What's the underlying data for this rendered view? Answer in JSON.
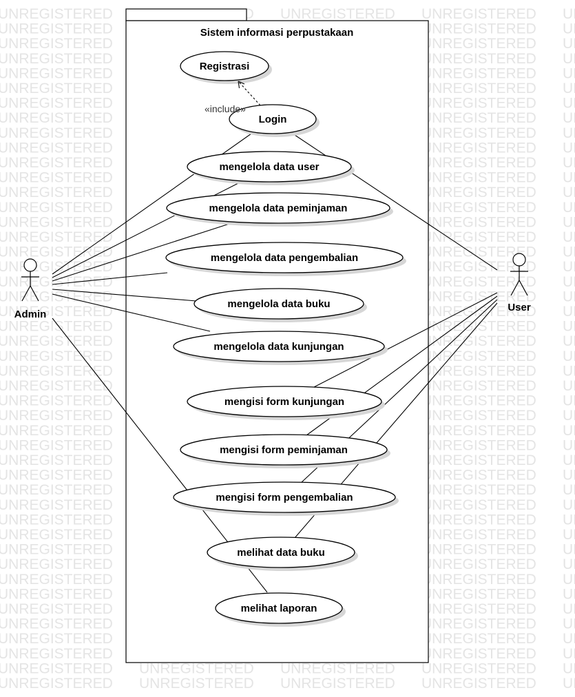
{
  "watermark": "UNREGISTERED",
  "system": {
    "title": "Sistem informasi perpustakaan"
  },
  "actors": [
    {
      "id": "admin",
      "label": "Admin"
    },
    {
      "id": "user",
      "label": "User"
    }
  ],
  "use_cases": [
    {
      "id": "registrasi",
      "label": "Registrasi"
    },
    {
      "id": "login",
      "label": "Login"
    },
    {
      "id": "kelola_user",
      "label": "mengelola data user"
    },
    {
      "id": "kelola_pinjam",
      "label": "mengelola data peminjaman"
    },
    {
      "id": "kelola_kembali",
      "label": "mengelola data pengembalian"
    },
    {
      "id": "kelola_buku",
      "label": "mengelola data buku"
    },
    {
      "id": "kelola_kunjungan",
      "label": "mengelola data kunjungan"
    },
    {
      "id": "isi_kunjungan",
      "label": "mengisi form kunjungan"
    },
    {
      "id": "isi_pinjam",
      "label": "mengisi form peminjaman"
    },
    {
      "id": "isi_kembali",
      "label": "mengisi form pengembalian"
    },
    {
      "id": "lihat_buku",
      "label": "melihat data buku"
    },
    {
      "id": "lihat_laporan",
      "label": "melihat laporan"
    }
  ],
  "relationships": {
    "include": [
      {
        "from": "login",
        "to": "registrasi",
        "label": "«include»"
      }
    ],
    "associations": [
      {
        "actor": "admin",
        "use_case": "login"
      },
      {
        "actor": "admin",
        "use_case": "kelola_user"
      },
      {
        "actor": "admin",
        "use_case": "kelola_pinjam"
      },
      {
        "actor": "admin",
        "use_case": "kelola_kembali"
      },
      {
        "actor": "admin",
        "use_case": "kelola_buku"
      },
      {
        "actor": "admin",
        "use_case": "kelola_kunjungan"
      },
      {
        "actor": "admin",
        "use_case": "lihat_laporan"
      },
      {
        "actor": "user",
        "use_case": "login"
      },
      {
        "actor": "user",
        "use_case": "isi_kunjungan"
      },
      {
        "actor": "user",
        "use_case": "isi_pinjam"
      },
      {
        "actor": "user",
        "use_case": "isi_kembali"
      },
      {
        "actor": "user",
        "use_case": "lihat_buku"
      }
    ]
  }
}
